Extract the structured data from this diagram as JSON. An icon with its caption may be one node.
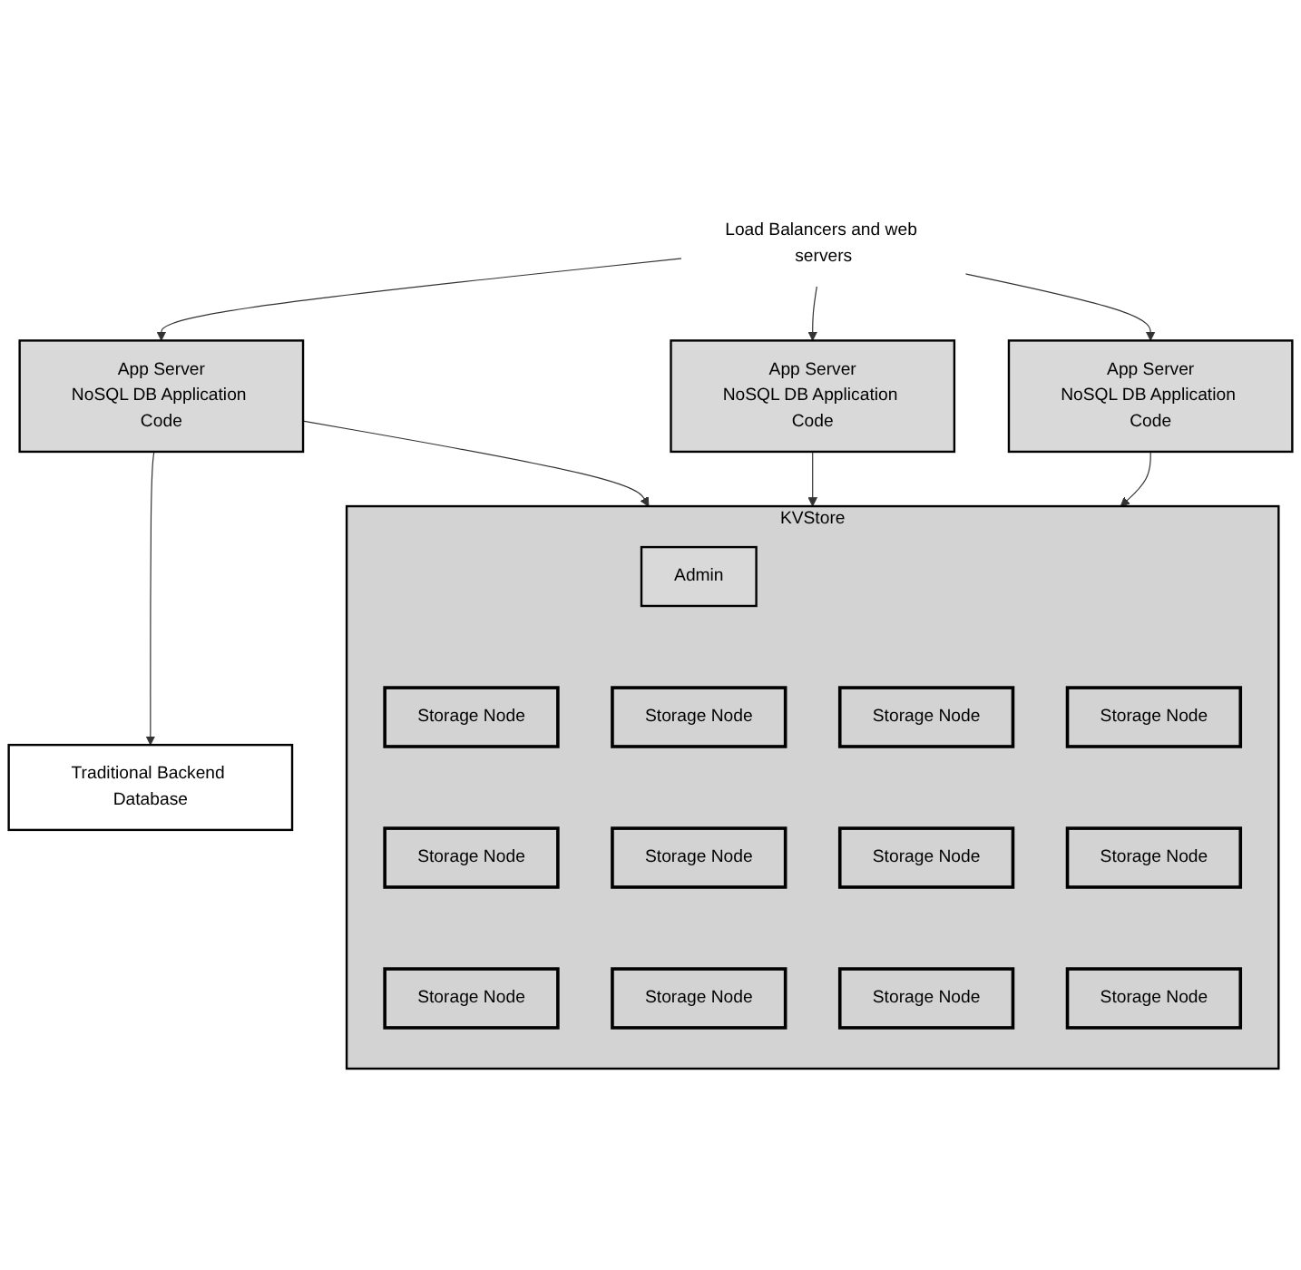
{
  "diagram": {
    "nodes": [
      {
        "text": [
          "Load Balancers and web servers"
        ]
      },
      {
        "text": [
          "App Server",
          "NoSQL DB Application Code"
        ]
      },
      {
        "text": [
          "App Server",
          "NoSQL DB Application Code"
        ]
      },
      {
        "text": [
          "App Server",
          "NoSQL DB Application Code"
        ]
      },
      {
        "text": [
          "Traditional Backend Database"
        ]
      },
      {
        "text": [
          "KVStore"
        ]
      },
      {
        "text": [
          "Admin"
        ],
        "in": 5
      },
      {
        "text": [
          "Storage Node"
        ],
        "in": 5
      },
      {
        "text": [
          "Storage Node"
        ],
        "in": 5
      },
      {
        "text": [
          "Storage Node"
        ],
        "in": 5
      },
      {
        "text": [
          "Storage Node"
        ],
        "in": 5
      },
      {
        "text": [
          "Storage Node"
        ],
        "in": 5
      },
      {
        "text": [
          "Storage Node"
        ],
        "in": 5
      },
      {
        "text": [
          "Storage Node"
        ],
        "in": 5
      },
      {
        "text": [
          "Storage Node"
        ],
        "in": 5
      },
      {
        "text": [
          "Storage Node"
        ],
        "in": 5
      },
      {
        "text": [
          "Storage Node"
        ],
        "in": 5
      },
      {
        "text": [
          "Storage Node"
        ],
        "in": 5
      },
      {
        "text": [
          "Storage Node"
        ],
        "in": 5
      }
    ],
    "edges": [
      {
        "from": 0,
        "to": 1,
        "arrow": "to"
      },
      {
        "from": 0,
        "to": 2,
        "arrow": "to"
      },
      {
        "from": 0,
        "to": 3,
        "arrow": "to"
      },
      {
        "from": 1,
        "to": 4,
        "arrow": "to"
      },
      {
        "from": 1,
        "to": 5,
        "arrow": "to"
      },
      {
        "from": 2,
        "to": 5,
        "arrow": "to"
      },
      {
        "from": 3,
        "to": 5,
        "arrow": "to"
      }
    ]
  }
}
